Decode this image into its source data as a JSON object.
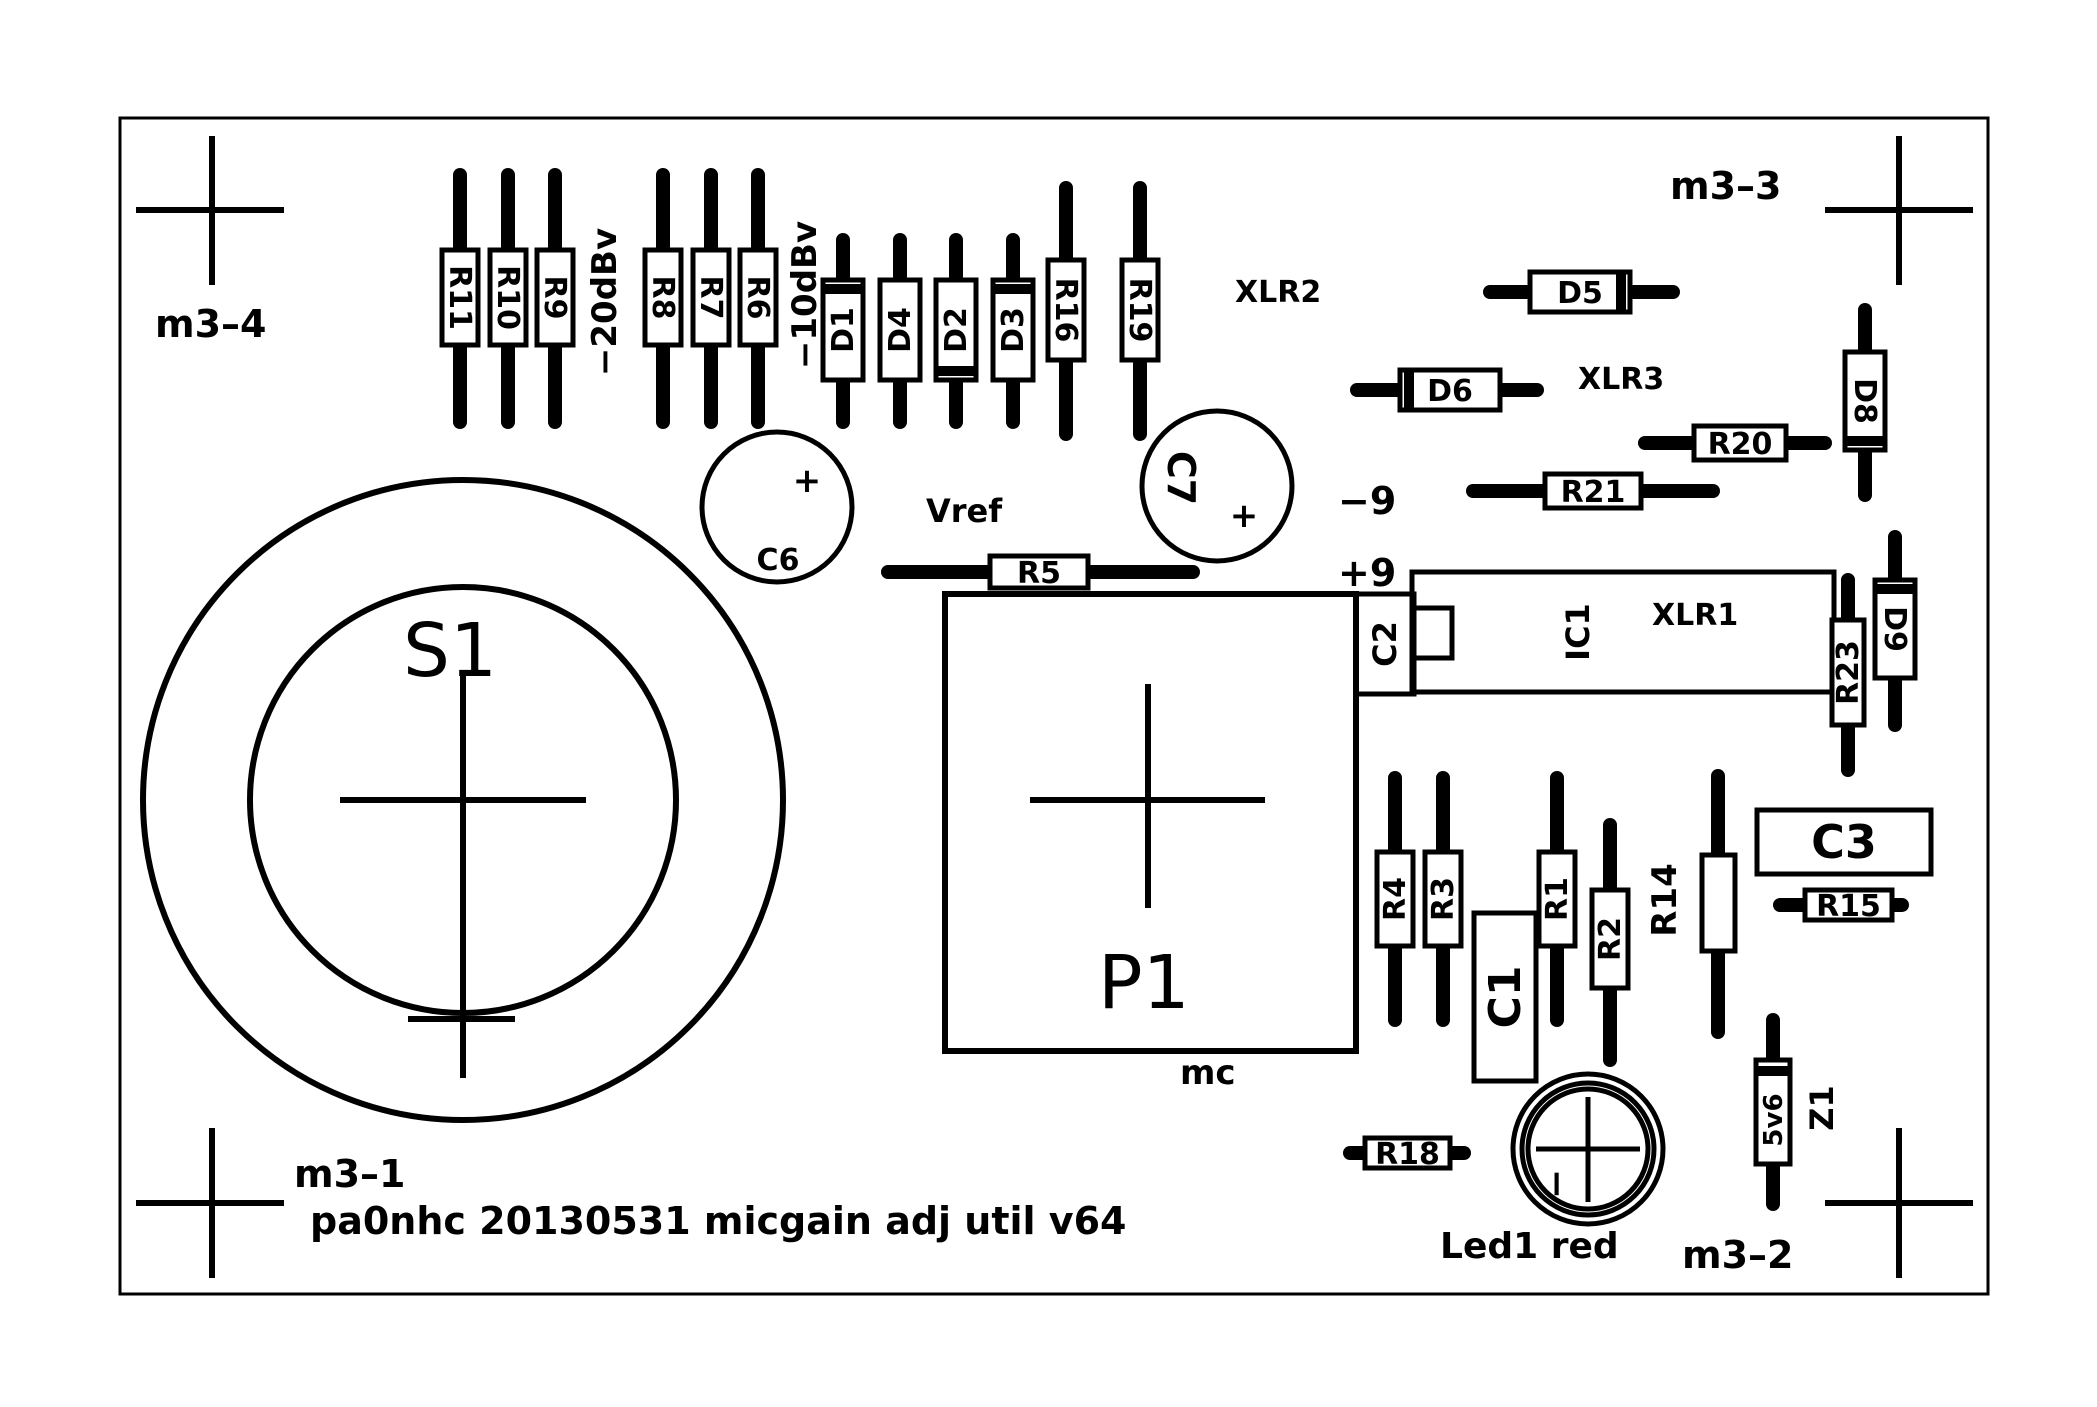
{
  "colors": {
    "ink": "#000000",
    "background": "#ffffff"
  },
  "labels": {
    "title": "pa0nhc 20130531 micgain adj util v64",
    "m3_1": "m3–1",
    "m3_2": "m3–2",
    "m3_3": "m3–3",
    "m3_4": "m3–4",
    "minus20": "−20dBv",
    "minus10": "−10dBv",
    "xlr1": "XLR1",
    "xlr2": "XLR2",
    "xlr3": "XLR3",
    "vref": "Vref",
    "minus9": "−9",
    "plus9": "+9",
    "mc": "mc",
    "led1": "Led1 red",
    "s1": "S1",
    "p1": "P1",
    "c6": "C6",
    "c7": "C7",
    "c1": "C1",
    "c2": "C2",
    "c3": "C3",
    "ic1": "IC1",
    "z1": "Z1",
    "z1_value": "5v6",
    "r14": "R14",
    "plus": "+",
    "minus": "−"
  },
  "vertical_parts": [
    {
      "id": "R11"
    },
    {
      "id": "R10"
    },
    {
      "id": "R9"
    },
    {
      "id": "R8"
    },
    {
      "id": "R7"
    },
    {
      "id": "R6"
    },
    {
      "id": "D1"
    },
    {
      "id": "D4"
    },
    {
      "id": "D2"
    },
    {
      "id": "D3"
    },
    {
      "id": "R16"
    },
    {
      "id": "R19"
    },
    {
      "id": "D8"
    },
    {
      "id": "D9"
    },
    {
      "id": "R23"
    },
    {
      "id": "R4"
    },
    {
      "id": "R3"
    },
    {
      "id": "R1"
    },
    {
      "id": "R2"
    }
  ],
  "horizontal_parts": [
    {
      "id": "D5"
    },
    {
      "id": "D6"
    },
    {
      "id": "R20"
    },
    {
      "id": "R21"
    },
    {
      "id": "R5"
    },
    {
      "id": "R15"
    },
    {
      "id": "R18"
    }
  ]
}
